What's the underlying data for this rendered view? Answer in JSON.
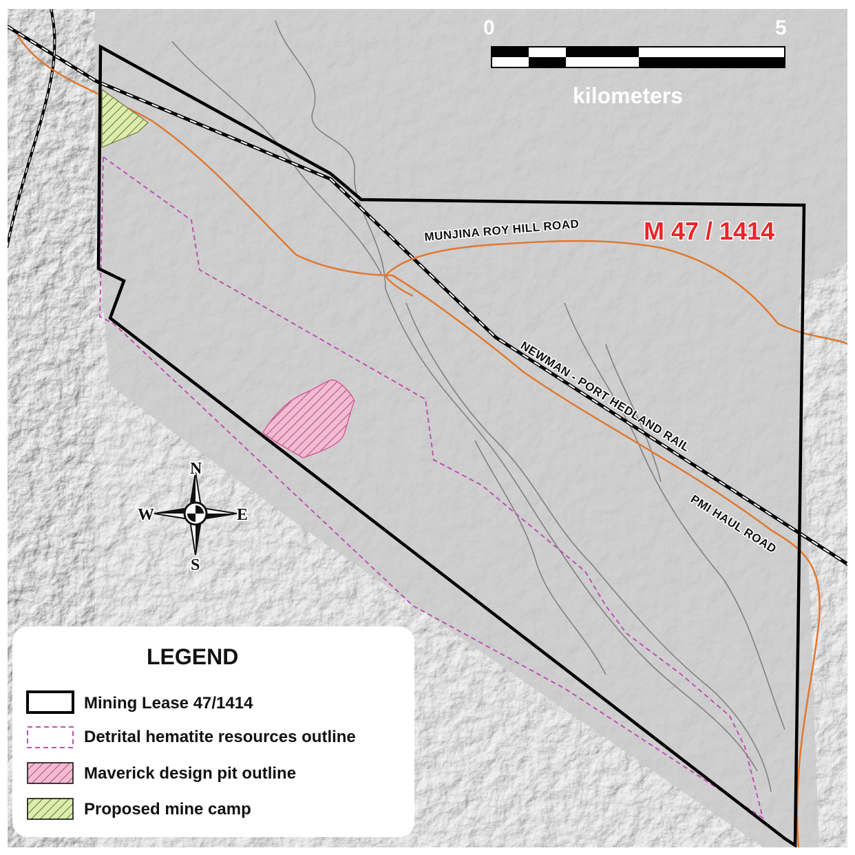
{
  "lease_id": "M 47 / 1414",
  "roads": {
    "munjina": "MUNJINA ROY HILL ROAD",
    "rail": "NEWMAN - PORT HEDLAND RAIL",
    "pmi": "PMI HAUL ROAD"
  },
  "scale_bar": {
    "start_label": "0",
    "end_label": "5",
    "unit": "kilometers"
  },
  "compass": {
    "north": "N",
    "south": "S",
    "east": "E",
    "west": "W"
  },
  "legend": {
    "title": "LEGEND",
    "items": [
      {
        "label": "Mining Lease 47/1414"
      },
      {
        "label": "Detrital hematite resources outline"
      },
      {
        "label": "Maverick design pit outline"
      },
      {
        "label": "Proposed mine camp"
      }
    ]
  },
  "colors": {
    "road": "#e0782f",
    "lease_outline": "#000000",
    "resource_outline": "#c04fb5",
    "pit_fill": "#f6b8d2",
    "camp_fill": "#dcecaa",
    "lease_label": "#e8262b"
  }
}
